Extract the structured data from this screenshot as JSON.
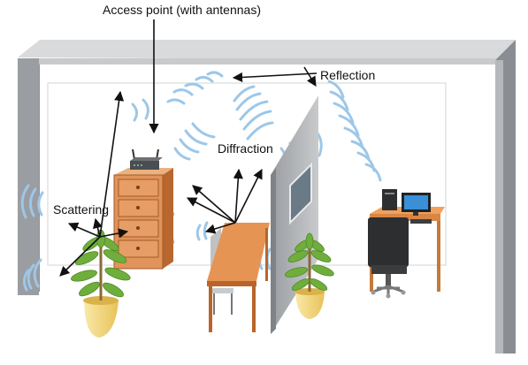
{
  "labels": {
    "access_point": "Access point (with antennas)",
    "reflection": "Reflection",
    "diffraction": "Diffraction",
    "scattering": "Scattering"
  },
  "colors": {
    "wave_blue": "#9dc7e8",
    "wall_gray": "#8f9296",
    "cabinet_orange": "#e0935a",
    "desk_orange": "#e69454",
    "plant_green": "#6fae3c",
    "pot_yellow": "#f4d97a",
    "monitor_blue": "#3a8fd6"
  },
  "icons": [
    "access-point-router",
    "cabinet",
    "plant",
    "desk",
    "chair",
    "computer",
    "wall-panel",
    "wall-mirror"
  ]
}
